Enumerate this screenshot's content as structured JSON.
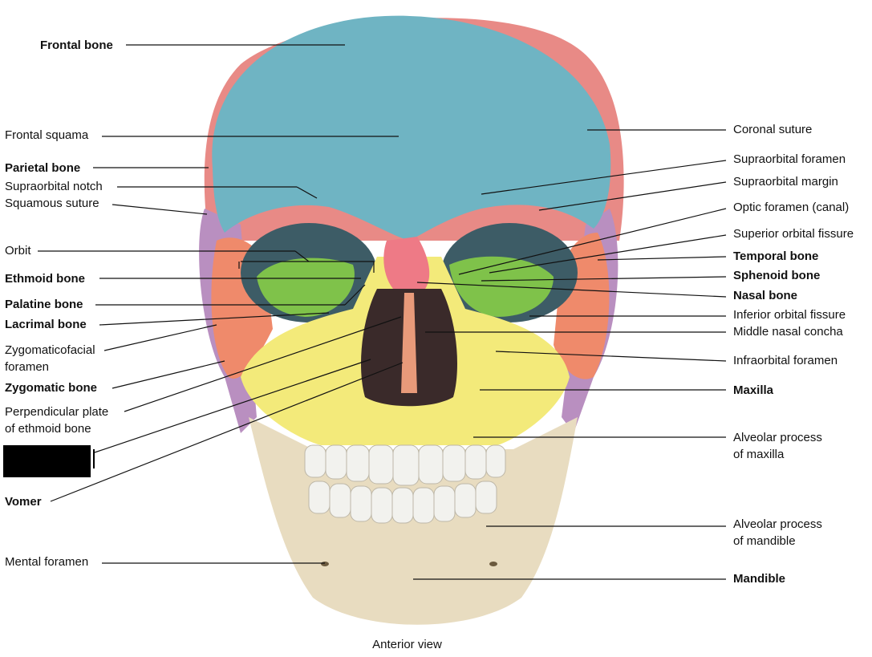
{
  "labels_left": [
    {
      "key": "frontal_bone",
      "text": "Frontal bone",
      "bold": true
    },
    {
      "key": "frontal_squama",
      "text": "Frontal squama",
      "bold": false
    },
    {
      "key": "parietal_bone",
      "text": "Parietal bone",
      "bold": true
    },
    {
      "key": "supraorbital_notch",
      "text": "Supraorbital notch",
      "bold": false
    },
    {
      "key": "squamous_suture",
      "text": "Squamous suture",
      "bold": false
    },
    {
      "key": "orbit",
      "text": "Orbit",
      "bold": false
    },
    {
      "key": "ethmoid_bone",
      "text": "Ethmoid bone",
      "bold": true
    },
    {
      "key": "palatine_bone",
      "text": "Palatine bone",
      "bold": true
    },
    {
      "key": "lacrimal_bone",
      "text": "Lacrimal bone",
      "bold": true
    },
    {
      "key": "zygomaticofacial_foramen",
      "text": "Zygomaticofacial\nforamen",
      "bold": false
    },
    {
      "key": "zygomatic_bone",
      "text": "Zygomatic bone",
      "bold": true
    },
    {
      "key": "perpendicular_plate",
      "text": "Perpendicular plate\nof ethmoid bone",
      "bold": false
    },
    {
      "key": "vomer",
      "text": "Vomer",
      "bold": true
    },
    {
      "key": "mental_foramen",
      "text": "Mental foramen",
      "bold": false
    }
  ],
  "labels_right": [
    {
      "key": "coronal_suture",
      "text": "Coronal suture",
      "bold": false
    },
    {
      "key": "supraorbital_foramen",
      "text": "Supraorbital foramen",
      "bold": false
    },
    {
      "key": "supraorbital_margin",
      "text": "Supraorbital margin",
      "bold": false
    },
    {
      "key": "optic_foramen",
      "text": "Optic foramen (canal)",
      "bold": false
    },
    {
      "key": "superior_orbital_fissure",
      "text": "Superior orbital fissure",
      "bold": false
    },
    {
      "key": "temporal_bone",
      "text": "Temporal bone",
      "bold": true
    },
    {
      "key": "sphenoid_bone",
      "text": "Sphenoid bone",
      "bold": true
    },
    {
      "key": "nasal_bone",
      "text": "Nasal bone",
      "bold": true
    },
    {
      "key": "inferior_orbital_fissure",
      "text": "Inferior orbital fissure",
      "bold": false
    },
    {
      "key": "middle_nasal_concha",
      "text": "Middle nasal concha",
      "bold": false
    },
    {
      "key": "infraorbital_foramen",
      "text": "Infraorbital foramen",
      "bold": false
    },
    {
      "key": "maxilla",
      "text": "Maxilla",
      "bold": true
    },
    {
      "key": "alveolar_maxilla",
      "text": "Alveolar process\nof maxilla",
      "bold": false
    },
    {
      "key": "alveolar_mandible",
      "text": "Alveolar process\nof mandible",
      "bold": false
    },
    {
      "key": "mandible",
      "text": "Mandible",
      "bold": true
    }
  ],
  "caption": "Anterior view",
  "colors": {
    "frontal": "#6fb4c3",
    "parietal": "#e88a86",
    "temporal": "#b98fc0",
    "sphenoid": "#7fc24a",
    "zygomatic": "#ef8a6b",
    "maxilla": "#f3ea7a",
    "nasal": "#ee7a86",
    "mandible": "#e8dcc0",
    "teeth": "#f2f2ee",
    "leader": "#111111",
    "redacted": "#000000"
  }
}
